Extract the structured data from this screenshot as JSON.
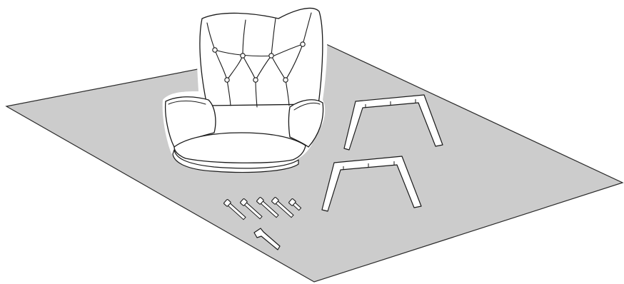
{
  "colors": {
    "background": "#ffffff",
    "floor_fill": "#cccccc",
    "floor_stroke": "#2b2b2b",
    "part_fill": "#ffffff",
    "line": "#1a1a1a"
  },
  "parts": {
    "chair_seat": {
      "name": "armchair-seat-shell",
      "count": 1
    },
    "legs": {
      "name": "leg-frame",
      "count": 2
    },
    "bolts": {
      "name": "bolt",
      "count": 5
    },
    "tool": {
      "name": "allen-key",
      "count": 1
    }
  }
}
